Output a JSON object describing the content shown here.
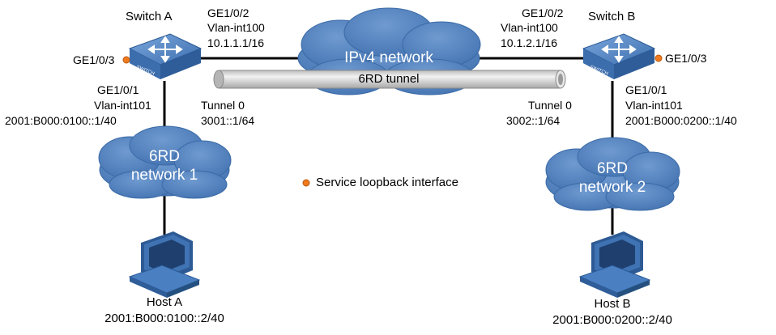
{
  "switch_a": {
    "name": "Switch A",
    "badge": "SWITCH",
    "uplink_port": "GE1/0/2",
    "uplink_vlan": "Vlan-int100",
    "uplink_ip": "10.1.1.1/16",
    "loopback_port": "GE1/0/3",
    "down_port": "GE1/0/1",
    "down_vlan": "Vlan-int101",
    "down_ip": "2001:B000:0100::1/40",
    "tunnel_name": "Tunnel 0",
    "tunnel_ip": "3001::1/64"
  },
  "switch_b": {
    "name": "Switch B",
    "badge": "SWITCH",
    "uplink_port": "GE1/0/2",
    "uplink_vlan": "Vlan-int100",
    "uplink_ip": "10.1.2.1/16",
    "loopback_port": "GE1/0/3",
    "down_port": "GE1/0/1",
    "down_vlan": "Vlan-int101",
    "down_ip": "2001:B000:0200::1/40",
    "tunnel_name": "Tunnel 0",
    "tunnel_ip": "3002::1/64"
  },
  "ipv4_network": {
    "label": "IPv4 network"
  },
  "tunnel": {
    "label": "6RD tunnel"
  },
  "network_1": {
    "line1": "6RD",
    "line2": "network 1"
  },
  "network_2": {
    "line1": "6RD",
    "line2": "network 2"
  },
  "host_a": {
    "name": "Host A",
    "ip": "2001:B000:0100::2/40"
  },
  "host_b": {
    "name": "Host B",
    "ip": "2001:B000:0200::2/40"
  },
  "legend": {
    "label": "Service loopback interface",
    "dot_color": "#f07a1e"
  },
  "colors": {
    "cloud": "#4f7fba",
    "cloud_edge": "#3a6aa6",
    "switch": "#4a7fc0",
    "tunnel": "#d4d4d4",
    "link": "#000000"
  }
}
